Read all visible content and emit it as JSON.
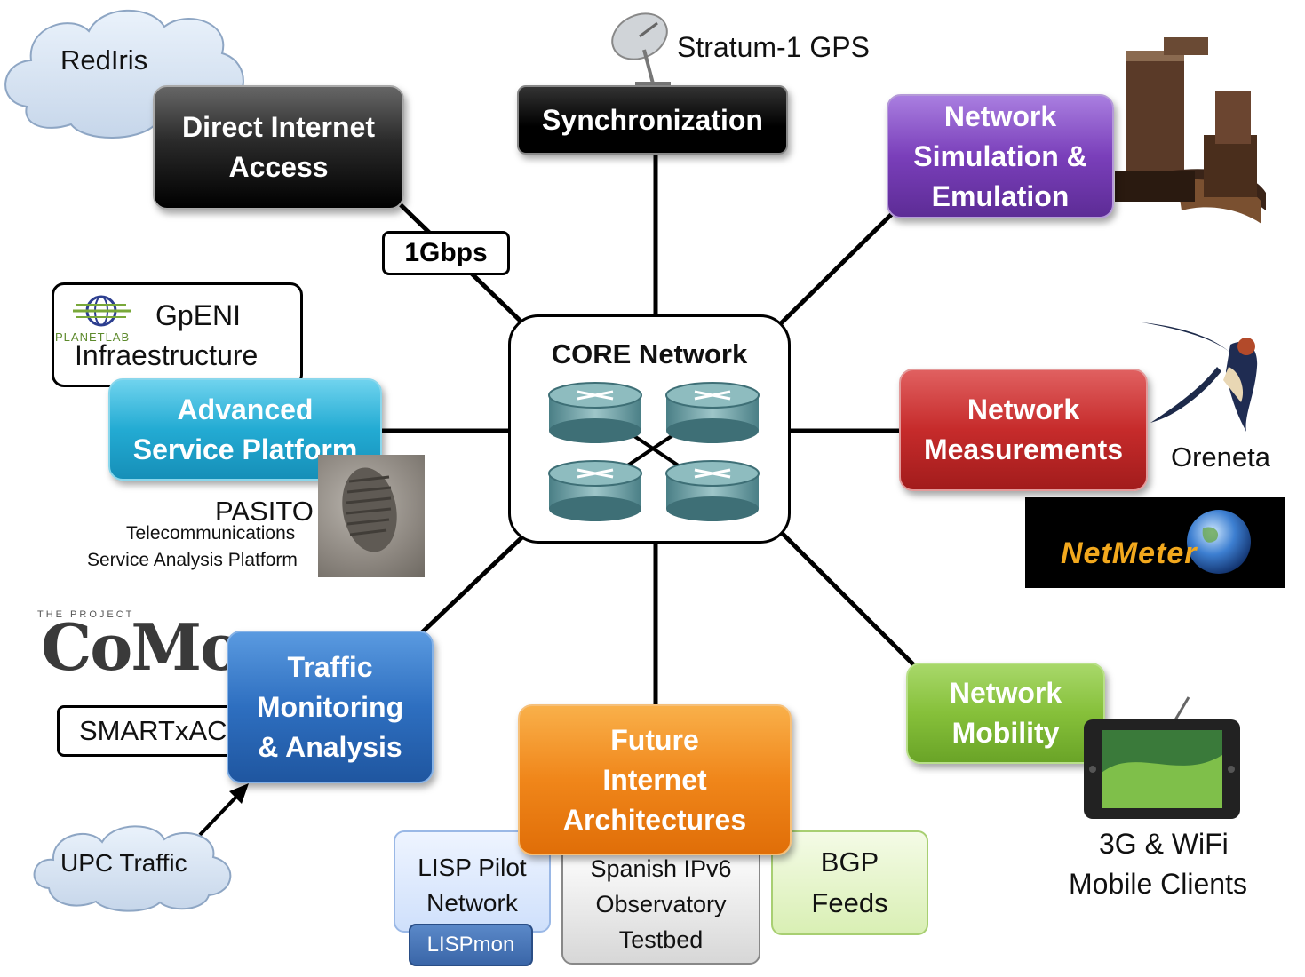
{
  "core": {
    "title": "CORE Network"
  },
  "boxes": {
    "direct_internet": [
      "Direct Internet",
      "Access"
    ],
    "synchronization": [
      "Synchronization"
    ],
    "simulation": [
      "Network",
      "Simulation &",
      "Emulation"
    ],
    "advanced_service": [
      "Advanced",
      "Service Platform"
    ],
    "measurements": [
      "Network",
      "Measurements"
    ],
    "traffic_monitoring": [
      "Traffic",
      "Monitoring",
      "& Analysis"
    ],
    "future_internet": [
      "Future",
      "Internet",
      "Architectures"
    ],
    "mobility": [
      "Network",
      "Mobility"
    ]
  },
  "labels": {
    "redlris": "RedIris",
    "stratum": "Stratum-1 GPS",
    "link_speed": "1Gbps",
    "gpeni": "GpENI",
    "infraestructure": "Infraestructure",
    "planetlab": "PLANETLAB",
    "pasito": "PASITO",
    "pasito_sub1": "Telecommunications",
    "pasito_sub2": "Service Analysis Platform",
    "oreneta": "Oreneta",
    "netmeter": "NetMeter",
    "como": "CoMo",
    "como_project": "THE    PROJECT",
    "smartxac": "SMARTxAC",
    "upc_traffic": "UPC Traffic",
    "mobile_clients_1": "3G & WiFi",
    "mobile_clients_2": "Mobile Clients"
  },
  "sub_boxes": {
    "lisp_pilot": [
      "LISP Pilot",
      "Network"
    ],
    "lispmon": "LISPmon",
    "ipv6": [
      "Spanish IPv6",
      "Observatory",
      "Testbed"
    ],
    "bgp": [
      "BGP",
      "Feeds"
    ]
  },
  "colors": {
    "direct_internet": "#3a3a3a",
    "synchronization": "#000000",
    "simulation": "#7b3fb8",
    "advanced_service": "#2bb0d6",
    "measurements": "#c93030",
    "traffic_monitoring": "#2f72c2",
    "future_internet": "#f0881a",
    "mobility": "#8cc43a"
  }
}
